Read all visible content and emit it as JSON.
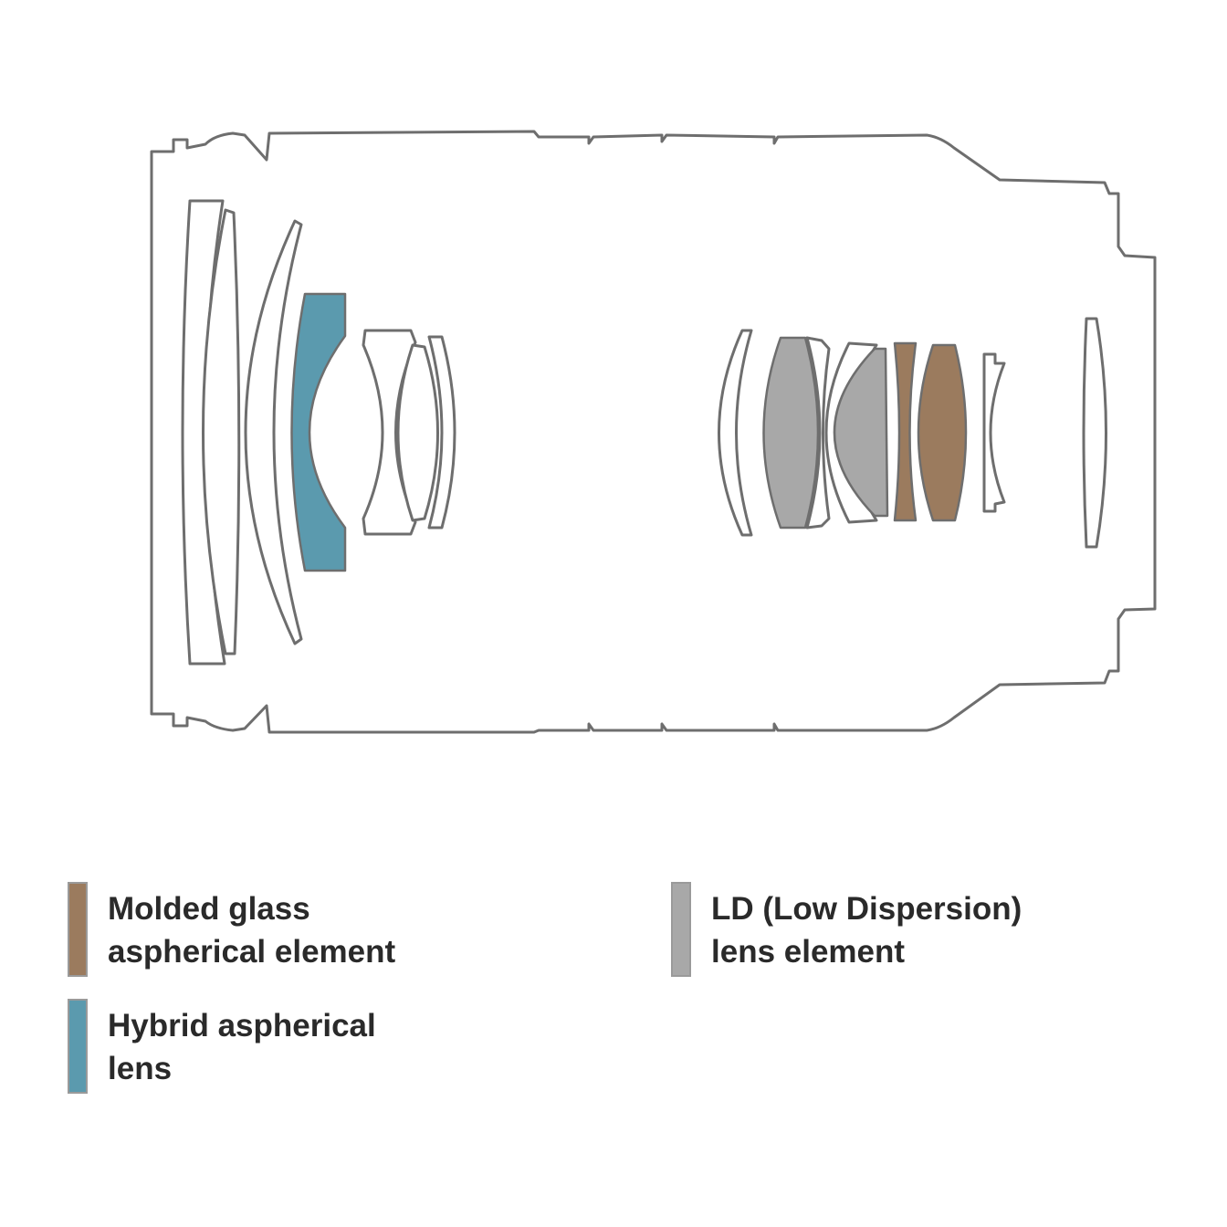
{
  "colors": {
    "outline": "#6e6e6e",
    "molded_glass_aspherical": "#9b7b5e",
    "hybrid_aspherical": "#5b9aae",
    "low_dispersion": "#a8a8a8"
  },
  "legend": [
    {
      "key": "molded_glass_aspherical",
      "color": "#9b7b5e",
      "lines": [
        "Molded glass",
        "aspherical element"
      ]
    },
    {
      "key": "low_dispersion",
      "color": "#a8a8a8",
      "lines": [
        "LD (Low Dispersion)",
        "lens element"
      ]
    },
    {
      "key": "hybrid_aspherical",
      "color": "#5b9aae",
      "lines": [
        "Hybrid aspherical",
        "lens"
      ]
    }
  ]
}
